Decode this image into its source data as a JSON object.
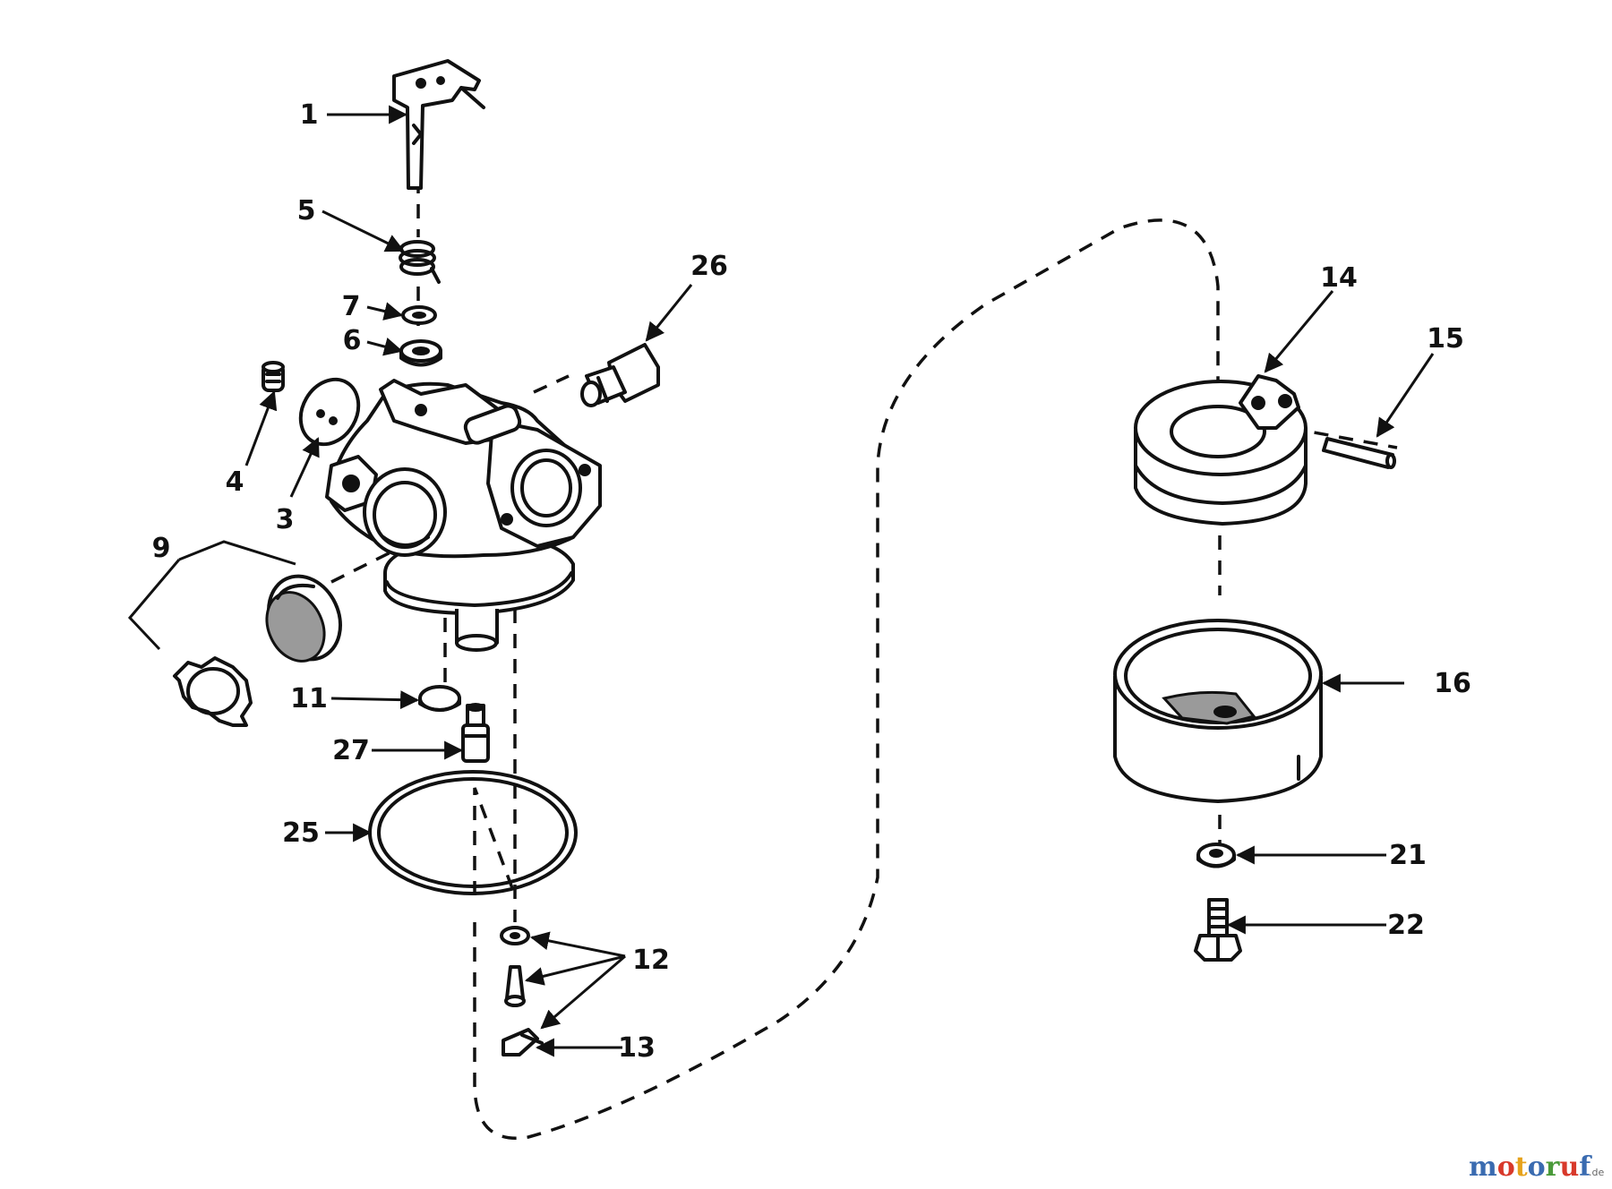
{
  "labels": {
    "p1": "1",
    "p3": "3",
    "p4": "4",
    "p5": "5",
    "p6": "6",
    "p7": "7",
    "p9": "9",
    "p11": "11",
    "p12": "12",
    "p13": "13",
    "p14": "14",
    "p15": "15",
    "p16": "16",
    "p21": "21",
    "p22": "22",
    "p25": "25",
    "p26": "26",
    "p27": "27"
  },
  "watermark": {
    "brand": "motoruf",
    "suffix": ".de",
    "colors": [
      "#3a6bb0",
      "#d8392b",
      "#e6a21c",
      "#3a6bb0",
      "#4a9a3a",
      "#d8392b",
      "#3a6bb0"
    ]
  }
}
